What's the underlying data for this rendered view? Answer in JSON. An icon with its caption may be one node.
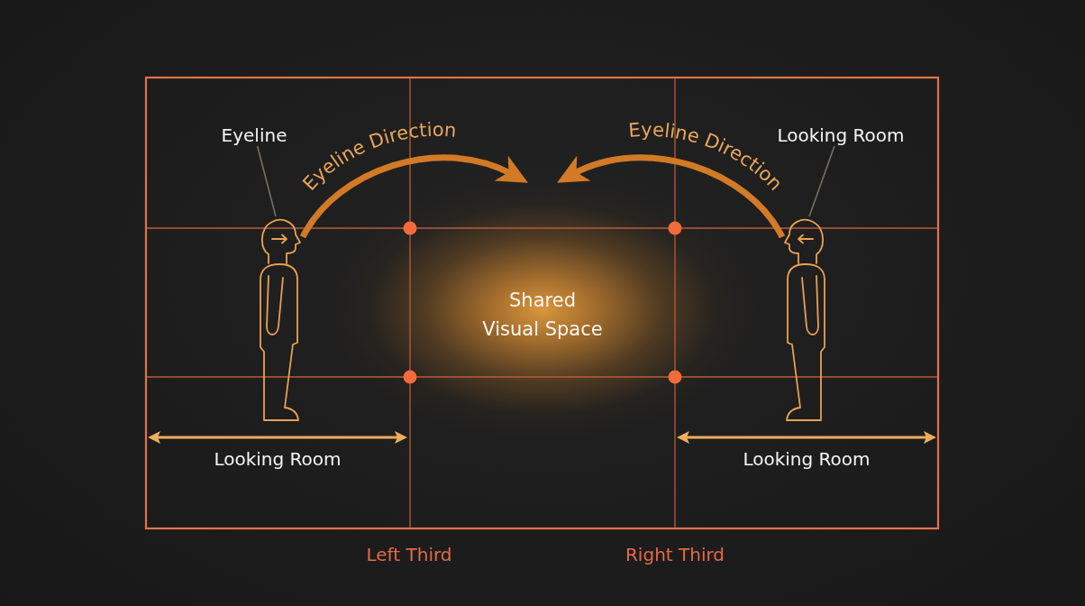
{
  "diagram": {
    "nodes": [
      {
        "text": [
          "Eyeline"
        ]
      },
      {
        "text": [
          "Looking Room"
        ]
      },
      {
        "text": [],
        "shape": "person"
      },
      {
        "text": [
          "Shared Visual Space"
        ]
      },
      {
        "text": [],
        "shape": "person"
      }
    ],
    "edges": [
      {
        "from": 0,
        "to": 2,
        "arrow": "none",
        "color": "#77705f"
      },
      {
        "from": 1,
        "to": 4,
        "arrow": "none",
        "color": "#77705f"
      },
      {
        "from": 2,
        "to": 3,
        "arrow": "to",
        "label": "Eyeline Direction",
        "style": "thick",
        "color": "#d27a26"
      },
      {
        "from": 4,
        "to": 3,
        "arrow": "to",
        "label": "Eyeline Direction",
        "style": "thick",
        "color": "#d27a26"
      }
    ],
    "labels": [
      "Looking Room",
      "Looking Room",
      "Left Third",
      "Right Third"
    ]
  }
}
